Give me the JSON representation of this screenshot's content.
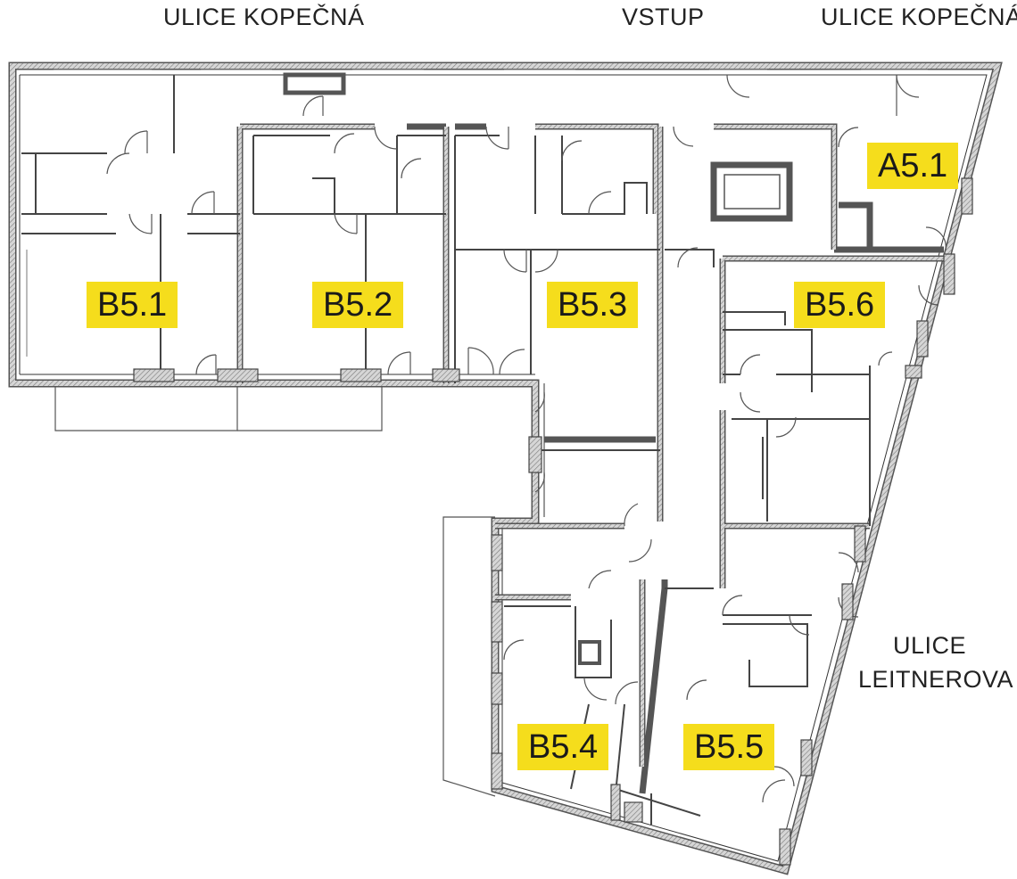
{
  "streets": {
    "top_left": "ULICE KOPEČNÁ",
    "entrance": "VSTUP",
    "top_right": "ULICE KOPEČNÁ",
    "right_line1": "ULICE",
    "right_line2": "LEITNEROVA"
  },
  "units": [
    {
      "label": "B5.1"
    },
    {
      "label": "B5.2"
    },
    {
      "label": "B5.3"
    },
    {
      "label": "B5.6"
    },
    {
      "label": "A5.1"
    },
    {
      "label": "B5.4"
    },
    {
      "label": "B5.5"
    }
  ],
  "colors": {
    "label_background": "#f5dd1c",
    "wall": "#555555",
    "wall_fill": "#bdbdbd",
    "line": "#333333"
  }
}
